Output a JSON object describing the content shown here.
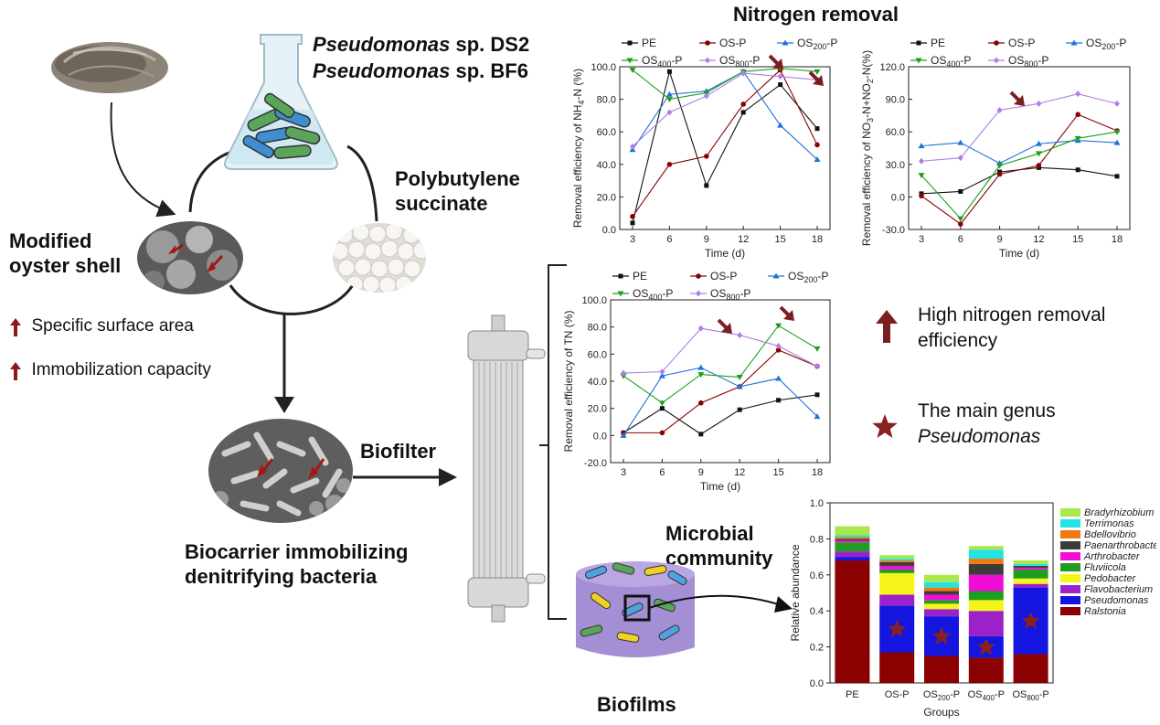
{
  "left": {
    "bacteria_line1": "Pseudomonas",
    "bacteria_line1_suffix": " sp. DS2",
    "bacteria_line2": "Pseudomonas",
    "bacteria_line2_suffix": " sp. BF6",
    "pbs_label": "Polybutylene succinate",
    "modified_shell_label": "Modified oyster shell",
    "feature1": "Specific surface area",
    "feature2": "Immobilization capacity",
    "biofilter_label": "Biofilter",
    "biocarrier_label": "Biocarrier immobilizing denitrifying bacteria",
    "microbial_label": "Microbial community",
    "biofilms_label": "Biofilms"
  },
  "legend_right": {
    "arrow_text": "High nitrogen removal efficiency",
    "star_text_line1": "The main genus",
    "star_text_line2": "Pseudomonas"
  },
  "charts_title": "Nitrogen removal",
  "colors": {
    "dark_red": "#8B1A1A",
    "arrow_red": "#7A1F1F",
    "PE": "#111111",
    "OS-P": "#8B0000",
    "OS200-P": "#1E73D8",
    "OS400-P": "#1E9E1E",
    "OS800-P": "#B07EE6"
  },
  "chart_data": [
    {
      "type": "line",
      "title": "",
      "xlabel": "Time (d)",
      "ylabel": "Removal efficiency of NH4-N (%)",
      "x": [
        3,
        6,
        9,
        12,
        15,
        18
      ],
      "ylim": [
        0,
        100
      ],
      "yticks": [
        "0.0",
        "20.0",
        "40.0",
        "60.0",
        "80.0",
        "100.0"
      ],
      "series": [
        {
          "name": "PE",
          "values": [
            4,
            97,
            27,
            72,
            89,
            62
          ]
        },
        {
          "name": "OS-P",
          "values": [
            8,
            40,
            45,
            77,
            98,
            52
          ]
        },
        {
          "name": "OS200-P",
          "values": [
            49,
            83,
            85,
            97,
            64,
            43
          ]
        },
        {
          "name": "OS400-P",
          "values": [
            98,
            80,
            84,
            97,
            99,
            97
          ]
        },
        {
          "name": "OS800-P",
          "values": [
            51,
            72,
            82,
            96,
            94,
            92
          ]
        }
      ]
    },
    {
      "type": "line",
      "title": "",
      "xlabel": "Time (d)",
      "ylabel": "Removal efficiency of NO3-N+NO2-N(%)",
      "x": [
        3,
        6,
        9,
        12,
        15,
        18
      ],
      "ylim": [
        -30,
        120
      ],
      "yticks": [
        "-30.0",
        "0.0",
        "30.0",
        "60.0",
        "90.0",
        "120.0"
      ],
      "series": [
        {
          "name": "PE",
          "values": [
            3,
            5,
            23,
            27,
            25,
            19
          ]
        },
        {
          "name": "OS-P",
          "values": [
            1,
            -25,
            21,
            29,
            76,
            61
          ]
        },
        {
          "name": "OS200-P",
          "values": [
            47,
            50,
            31,
            49,
            52,
            50
          ]
        },
        {
          "name": "OS400-P",
          "values": [
            20,
            -20,
            29,
            40,
            54,
            60
          ]
        },
        {
          "name": "OS800-P",
          "values": [
            33,
            36,
            80,
            86,
            95,
            86
          ]
        }
      ]
    },
    {
      "type": "line",
      "title": "",
      "xlabel": "Time (d)",
      "ylabel": "Removal efficiency of TN (%)",
      "x": [
        3,
        6,
        9,
        12,
        15,
        18
      ],
      "ylim": [
        -20,
        100
      ],
      "yticks": [
        "-20.0",
        "0.0",
        "20.0",
        "40.0",
        "60.0",
        "80.0",
        "100.0"
      ],
      "series": [
        {
          "name": "PE",
          "values": [
            2,
            20,
            1,
            19,
            26,
            30
          ]
        },
        {
          "name": "OS-P",
          "values": [
            2,
            2,
            24,
            36,
            63,
            51
          ]
        },
        {
          "name": "OS200-P",
          "values": [
            0,
            44,
            50,
            36,
            42,
            14
          ]
        },
        {
          "name": "OS400-P",
          "values": [
            44,
            24,
            45,
            43,
            81,
            64
          ]
        },
        {
          "name": "OS800-P",
          "values": [
            46,
            47,
            79,
            74,
            66,
            51
          ]
        }
      ]
    },
    {
      "type": "bar",
      "stacked": true,
      "title": "",
      "xlabel": "Groups",
      "ylabel": "Relative abundance",
      "ylim": [
        0,
        1.0
      ],
      "yticks": [
        "0.0",
        "0.2",
        "0.4",
        "0.6",
        "0.8",
        "1.0"
      ],
      "categories": [
        "PE",
        "OS-P",
        "OS200-P",
        "OS400-P",
        "OS800-P"
      ],
      "category_labels": [
        {
          "main": "PE",
          "sub": ""
        },
        {
          "main": "OS-P",
          "sub": ""
        },
        {
          "main": "OS",
          "sub": "200",
          "suffix": "-P"
        },
        {
          "main": "OS",
          "sub": "400",
          "suffix": "-P"
        },
        {
          "main": "OS",
          "sub": "800",
          "suffix": "-P"
        }
      ],
      "series": [
        {
          "name": "Ralstonia",
          "color": "#8B0000",
          "values": [
            0.68,
            0.17,
            0.15,
            0.14,
            0.16
          ]
        },
        {
          "name": "Pseudomonas",
          "color": "#1515E0",
          "values": [
            0.02,
            0.26,
            0.22,
            0.12,
            0.37
          ]
        },
        {
          "name": "Flavobacterium",
          "color": "#9A22C8",
          "values": [
            0.03,
            0.06,
            0.04,
            0.14,
            0.02
          ]
        },
        {
          "name": "Pedobacter",
          "color": "#F5F51A",
          "values": [
            0.0,
            0.12,
            0.03,
            0.06,
            0.03
          ]
        },
        {
          "name": "Fluviicola",
          "color": "#1E9E1E",
          "values": [
            0.05,
            0.02,
            0.02,
            0.05,
            0.05
          ]
        },
        {
          "name": "Arthrobacter",
          "color": "#F20CD8",
          "values": [
            0.01,
            0.02,
            0.03,
            0.09,
            0.01
          ]
        },
        {
          "name": "Paenarthrobacter",
          "color": "#3C3C3C",
          "values": [
            0.01,
            0.02,
            0.02,
            0.06,
            0.01
          ]
        },
        {
          "name": "Bdellovibrio",
          "color": "#F07A10",
          "values": [
            0.01,
            0.01,
            0.02,
            0.03,
            0.0
          ]
        },
        {
          "name": "Terrimonas",
          "color": "#22E4E4",
          "values": [
            0.01,
            0.01,
            0.03,
            0.05,
            0.01
          ]
        },
        {
          "name": "Bradyrhizobium",
          "color": "#A8E84A",
          "values": [
            0.05,
            0.02,
            0.04,
            0.02,
            0.02
          ]
        }
      ],
      "stars_on": [
        "OS-P",
        "OS200-P",
        "OS400-P",
        "OS800-P"
      ]
    }
  ]
}
